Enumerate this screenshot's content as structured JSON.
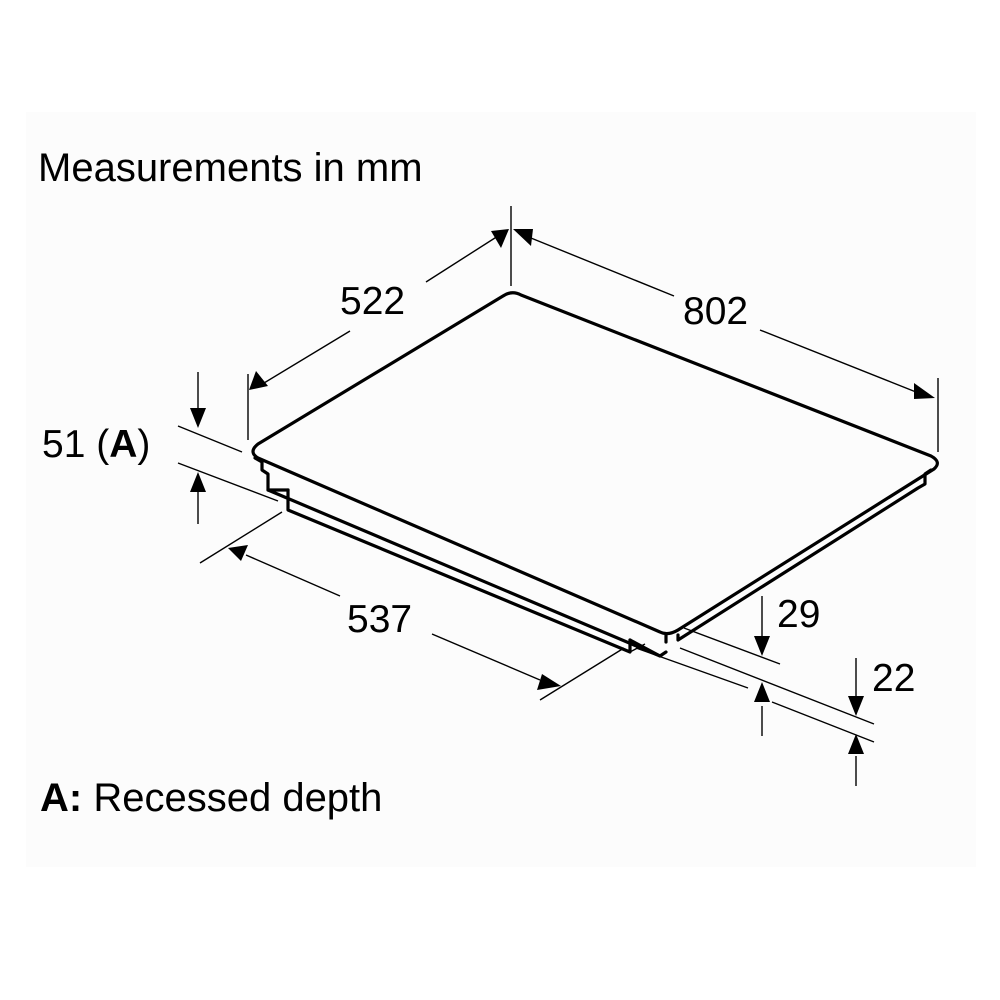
{
  "title": "Measurements in mm",
  "units": "mm",
  "dimensions": {
    "depth": "522",
    "width": "802",
    "cutout_width": "537",
    "recess": {
      "value": "51",
      "open": " (",
      "marker": "A",
      "close": ")"
    },
    "frame_height": "29",
    "body_height": "22"
  },
  "legend": {
    "key": "A:",
    "description": " Recessed depth"
  },
  "colors": {
    "line": "#000000",
    "background": "#ffffff",
    "panel": "#fcfcfc"
  }
}
